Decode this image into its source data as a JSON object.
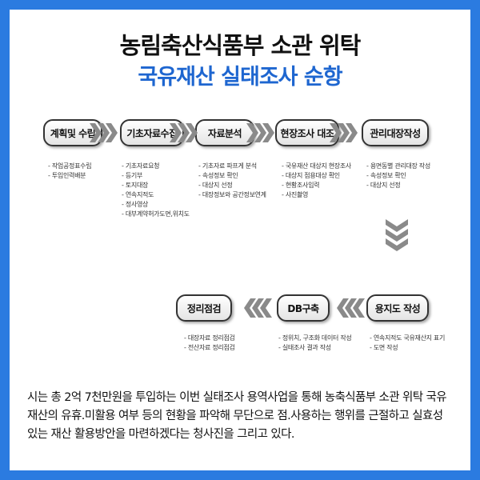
{
  "title_line1": "농림축산식품부 소관 위탁",
  "title_line2": "국유재산 실태조사 순항",
  "steps": [
    {
      "label": "계획및 수립",
      "items": [
        "작업공정표수립",
        "투입인력배분"
      ]
    },
    {
      "label": "기초자료수집",
      "items": [
        "기초자료요청",
        "등기부",
        "토지대장",
        "연속지적도",
        "정사영상",
        "대부계약허가도면,위치도"
      ]
    },
    {
      "label": "자료분석",
      "items": [
        "기초자료 파프게 분석",
        "속성정보 확인",
        "대상지 선정",
        "대장정보와 공간정보연계"
      ]
    },
    {
      "label": "현장조사 대조",
      "items": [
        "국유재산 대상지 현장조사",
        "대상지 점용대상 확인",
        "현황조사입력",
        "사진촬영"
      ]
    },
    {
      "label": "관리대장작성",
      "items": [
        "용면동별 관리대장 작성",
        "속성정보 확인",
        "대상지 선정"
      ]
    },
    {
      "label": "용지도 작성",
      "items": [
        "연속지적도 국유재산지 표기",
        "도면 작성"
      ]
    },
    {
      "label": "DB구축",
      "items": [
        "정위치, 구조화 데이터 작성",
        "실태조사 결과 작성"
      ]
    },
    {
      "label": "정리점검",
      "items": [
        "대장자료 정리점검",
        "전산자료 정리점검"
      ]
    }
  ],
  "description": "시는 총 2억 7천만원을 투입하는 이번 실태조사 용역사업을 통해 농축식품부 소관 위탁 국유재산의 유휴.미활용 여부 등의 현황을 파악해 무단으로 점.사용하는 행위를 근절하고 실효성 있는 재산 활용방안을 마련하겠다는 청사진을 그리고 있다.",
  "colors": {
    "background": "#2b7be0",
    "title_accent": "#1e66d0",
    "chevron": "#8a8a8a"
  },
  "icons": [
    "chevron-right-icon",
    "chevron-down-icon",
    "chevron-left-icon"
  ]
}
